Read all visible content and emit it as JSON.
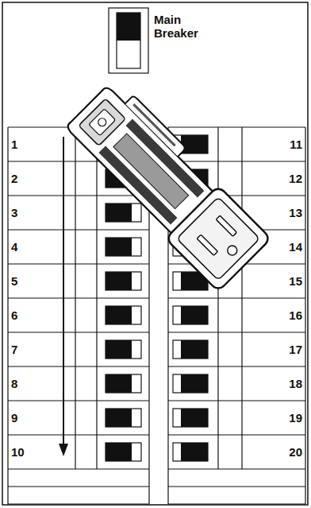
{
  "diagram": {
    "labels": [
      "Main Breaker",
      "1",
      "2",
      "3",
      "4",
      "5",
      "6",
      "7",
      "8",
      "9",
      "10",
      "11",
      "12",
      "13",
      "14",
      "15",
      "16",
      "17",
      "18",
      "19",
      "20"
    ]
  }
}
